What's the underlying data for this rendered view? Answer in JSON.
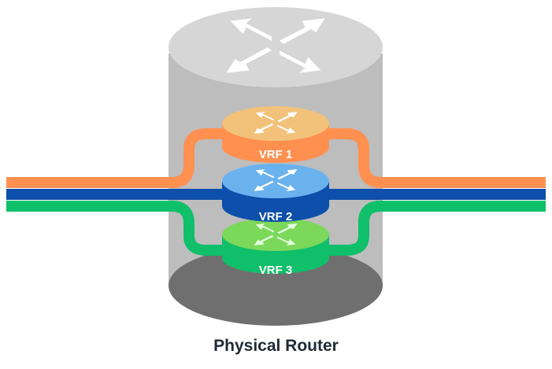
{
  "diagram": {
    "caption": "Physical Router",
    "vrfs": [
      {
        "label": "VRF 1",
        "top_color": "#f2c27a",
        "side_color": "#ff9050",
        "line_color": "#ff9050",
        "arrow_color": "#ffffff"
      },
      {
        "label": "VRF 2",
        "top_color": "#6ab2ee",
        "side_color": "#0d4faa",
        "line_color": "#0d4faa",
        "arrow_color": "#ffffff"
      },
      {
        "label": "VRF 3",
        "top_color": "#7cd85a",
        "side_color": "#0fbf6a",
        "line_color": "#0fbf6a",
        "arrow_color": "#e3ffe0"
      }
    ],
    "router_colors": {
      "body": "#bdbdbd",
      "top": "#d6d6d6",
      "bottom": "#6f6f6f",
      "arrows": "#ffffff"
    }
  }
}
